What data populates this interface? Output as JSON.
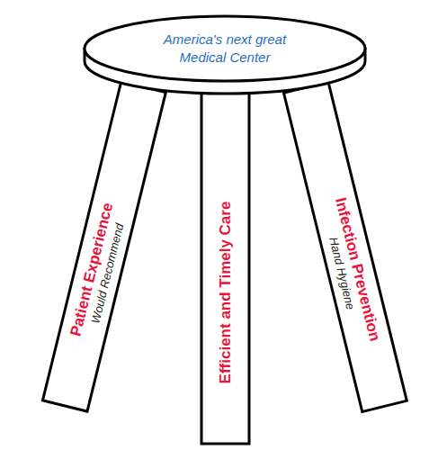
{
  "diagram": {
    "nodes": [
      {
        "text": [
          "America's next great Medical Center"
        ]
      },
      {
        "text": [
          "Patient Experience",
          "Would Recommend"
        ]
      },
      {
        "text": [
          "Efficient and Timely Care"
        ]
      },
      {
        "text": [
          "Infection Prevention",
          "Hand Hygiene"
        ]
      }
    ]
  }
}
